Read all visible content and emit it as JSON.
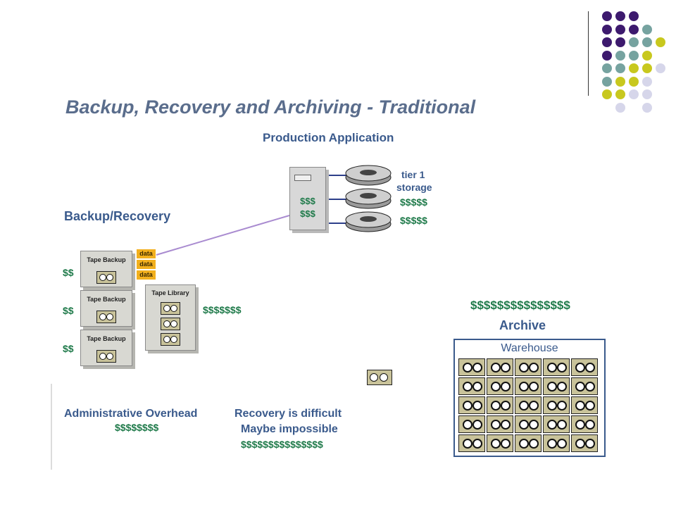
{
  "title": "Backup, Recovery and Archiving  - Traditional",
  "production": {
    "heading": "Production Application",
    "server_cost_top": "$$$",
    "server_cost_bottom": "$$$",
    "storage_label_line1": "tier 1",
    "storage_label_line2": "storage",
    "storage_cost_1": "$$$$$",
    "storage_cost_2": "$$$$$"
  },
  "backup": {
    "heading": "Backup/Recovery",
    "data_tags": [
      "data",
      "data",
      "data"
    ],
    "tape_units": [
      {
        "label": "Tape Backup",
        "cost": "$$"
      },
      {
        "label": "Tape Backup",
        "cost": "$$"
      },
      {
        "label": "Tape Backup",
        "cost": "$$"
      }
    ],
    "library_label": "Tape Library",
    "library_cost": "$$$$$$$"
  },
  "archive": {
    "cost": "$$$$$$$$$$$$$$$",
    "heading": "Archive",
    "warehouse_label": "Warehouse"
  },
  "footer": {
    "overhead_label": "Administrative Overhead",
    "overhead_cost": "$$$$$$$$",
    "recovery_line1": "Recovery is difficult",
    "recovery_line2": "Maybe impossible",
    "recovery_cost": "$$$$$$$$$$$$$$$"
  },
  "colors": {
    "title": "#5a6d8c",
    "heading_blue": "#3a5a8c",
    "cost_green": "#1f7a4a",
    "data_tag": "#f2b01e",
    "connector": "#a98bd0",
    "dot_purple": "#3d1a6e",
    "dot_teal": "#76a3a0",
    "dot_yellow": "#c8c81e",
    "dot_lavender": "#d6d6ea"
  }
}
